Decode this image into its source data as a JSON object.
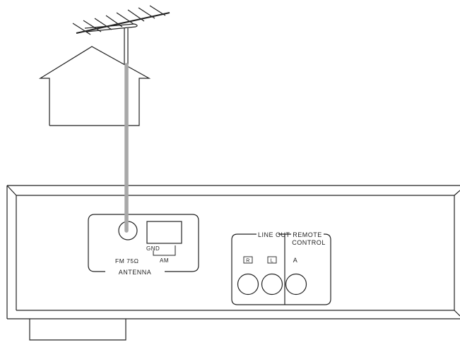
{
  "labels": {
    "fm": "FM 75Ω",
    "gnd": "GND",
    "am": "AM",
    "antenna": "ANTENNA",
    "line_out": "LINE OUT",
    "remote_line1": "REMOTE",
    "remote_line2": "CONTROL",
    "jack_r": "R",
    "jack_l": "L",
    "remote_a": "A"
  },
  "colors": {
    "line": "#222222",
    "cable": "#a8a8a8",
    "background": "#ffffff"
  }
}
